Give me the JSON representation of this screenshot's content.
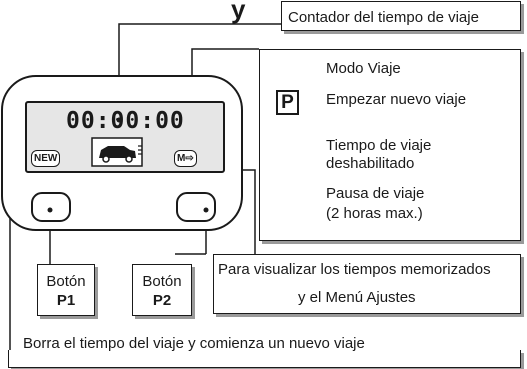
{
  "diagram": {
    "title_fragment": "y",
    "callouts": {
      "counter": "Contador del tiempo de viaje",
      "visualize_line1": "Para visualizar los tiempos memorizados",
      "visualize_line2": "y el Menú Ajustes",
      "reset": "Borra el tiempo del viaje y comienza un nuevo viaje"
    },
    "device": {
      "display_time": "00:00:00",
      "new_label": "NEW",
      "mode_label": "M⇨",
      "mode_icon": "car-icon"
    },
    "buttons": [
      {
        "name": "Botón",
        "id": "P1"
      },
      {
        "name": "Botón",
        "id": "P2"
      }
    ],
    "legend": [
      {
        "icon": "car-icon",
        "text": "Modo Viaje"
      },
      {
        "icon": "parking-p-icon",
        "text": "Empezar nuevo viaje"
      },
      {
        "icon": "cross-icon",
        "text_line1": "Tiempo de viaje",
        "text_line2": "deshabilitado"
      },
      {
        "icon": "coffee-cup-icon",
        "text_line1": "Pausa de viaje",
        "text_line2": "(2 horas max.)"
      }
    ],
    "colors": {
      "line": "#1a1a1a",
      "shadow": "#9a9a9a",
      "lcd": "#e6e6e6"
    }
  }
}
